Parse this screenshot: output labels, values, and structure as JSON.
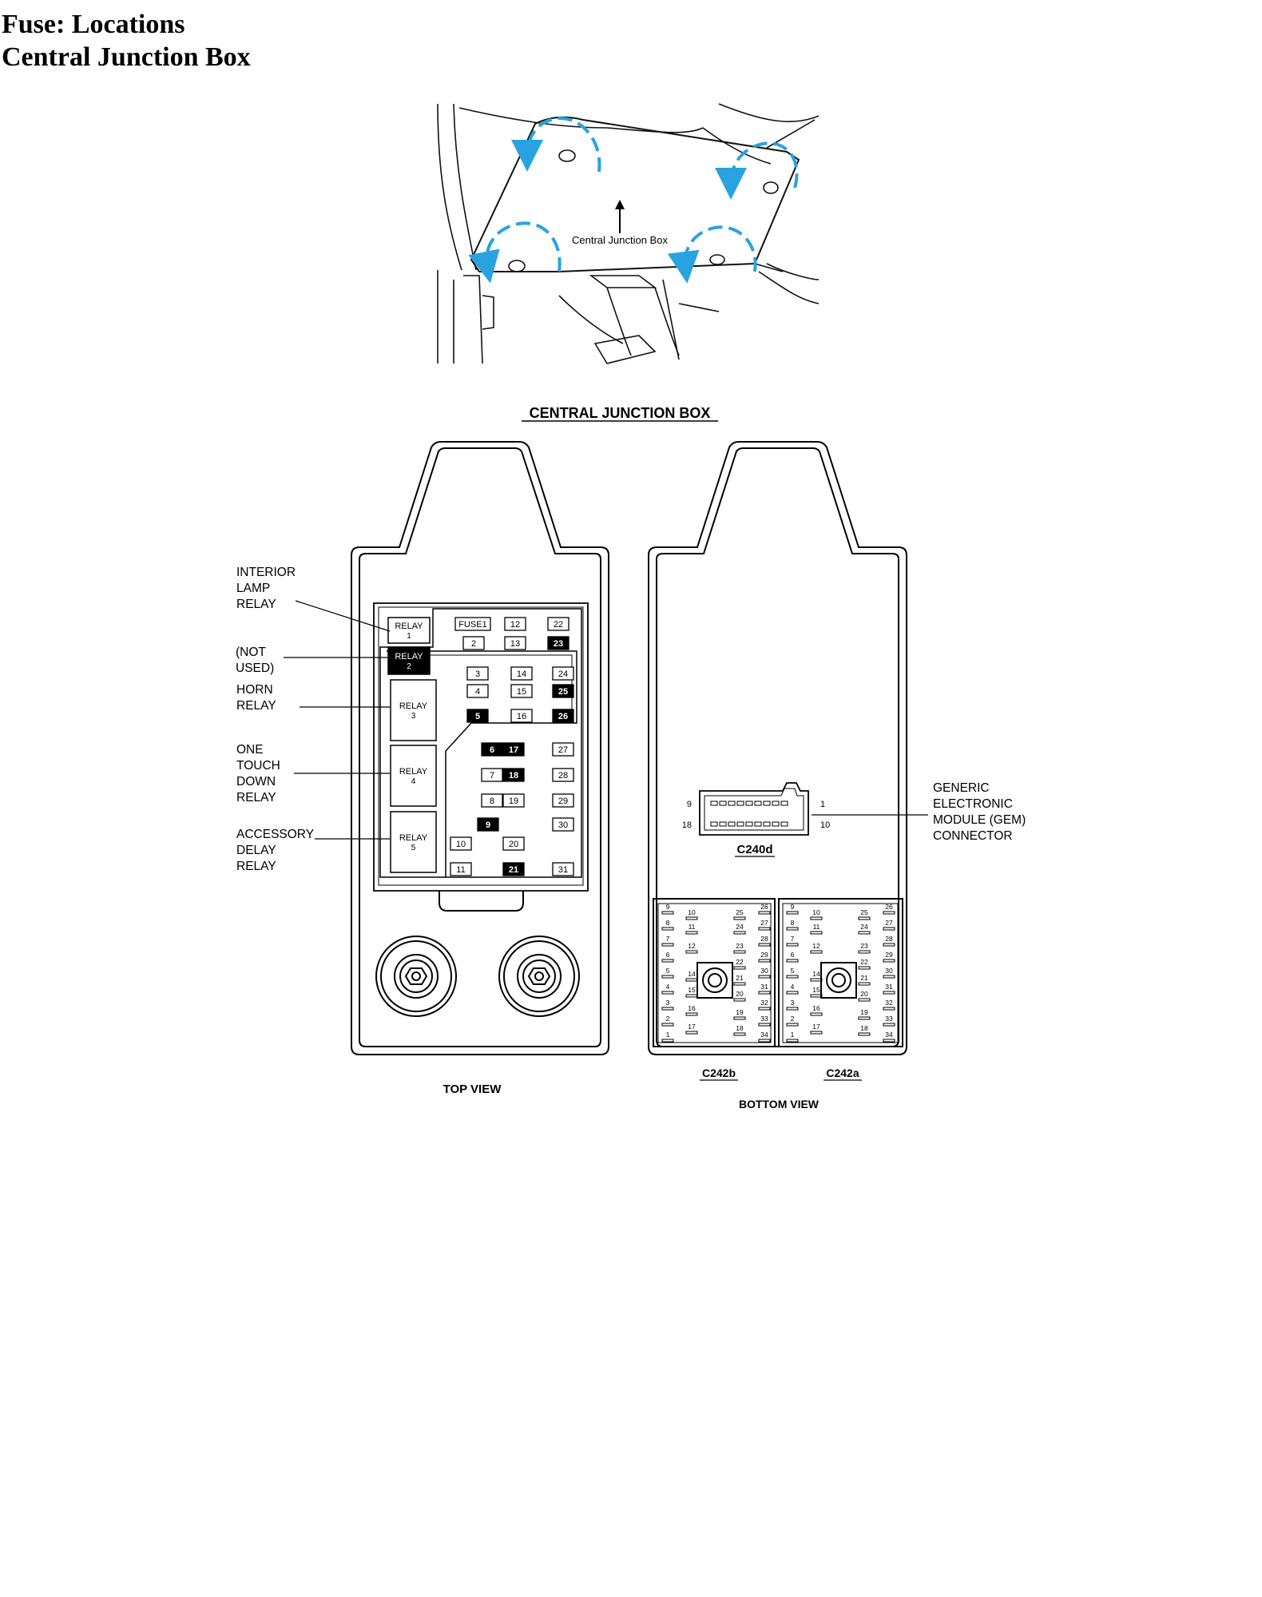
{
  "page": {
    "title_line1": "Fuse: Locations",
    "title_line2": "Central Junction Box"
  },
  "location_view": {
    "pointer_label": "Central Junction Box",
    "arrow_color": "#29a3e0"
  },
  "diagram": {
    "title": "CENTRAL JUNCTION BOX",
    "top_view_label": "TOP VIEW",
    "bottom_view_label": "BOTTOM VIEW",
    "callouts": {
      "interior_lamp_relay": [
        "INTERIOR",
        "LAMP",
        "RELAY"
      ],
      "not_used": [
        "(NOT",
        "USED)"
      ],
      "horn_relay": [
        "HORN",
        "RELAY"
      ],
      "one_touch_down_relay": [
        "ONE",
        "TOUCH",
        "DOWN",
        "RELAY"
      ],
      "accessory_delay_relay": [
        "ACCESSORY",
        "DELAY",
        "RELAY"
      ],
      "gem_connector": [
        "GENERIC",
        "ELECTRONIC",
        "MODULE (GEM)",
        "CONNECTOR"
      ]
    },
    "relays": [
      {
        "line1": "RELAY",
        "line2": "1",
        "filled": false
      },
      {
        "line1": "RELAY",
        "line2": "2",
        "filled": true
      },
      {
        "line1": "RELAY",
        "line2": "3",
        "filled": false
      },
      {
        "line1": "RELAY",
        "line2": "4",
        "filled": false
      },
      {
        "line1": "RELAY",
        "line2": "5",
        "filled": false
      }
    ],
    "fuses": [
      {
        "label": "FUSE1",
        "filled": false
      },
      {
        "label": "12",
        "filled": false
      },
      {
        "label": "22",
        "filled": false
      },
      {
        "label": "2",
        "filled": false
      },
      {
        "label": "13",
        "filled": false
      },
      {
        "label": "23",
        "filled": true
      },
      {
        "label": "3",
        "filled": false
      },
      {
        "label": "14",
        "filled": false
      },
      {
        "label": "24",
        "filled": false
      },
      {
        "label": "4",
        "filled": false
      },
      {
        "label": "15",
        "filled": false
      },
      {
        "label": "25",
        "filled": true
      },
      {
        "label": "5",
        "filled": true
      },
      {
        "label": "16",
        "filled": false
      },
      {
        "label": "26",
        "filled": true
      },
      {
        "label": "6",
        "filled": true
      },
      {
        "label": "17",
        "filled": true
      },
      {
        "label": "27",
        "filled": false
      },
      {
        "label": "7",
        "filled": false
      },
      {
        "label": "18",
        "filled": true
      },
      {
        "label": "28",
        "filled": false
      },
      {
        "label": "8",
        "filled": false
      },
      {
        "label": "19",
        "filled": false
      },
      {
        "label": "29",
        "filled": false
      },
      {
        "label": "9",
        "filled": true
      },
      {
        "label": "30",
        "filled": false
      },
      {
        "label": "10",
        "filled": false
      },
      {
        "label": "20",
        "filled": false
      },
      {
        "label": "11",
        "filled": false
      },
      {
        "label": "21",
        "filled": true
      },
      {
        "label": "31",
        "filled": false
      }
    ],
    "gem_connector": {
      "name": "C240d",
      "pin_top_left": "9",
      "pin_top_right": "1",
      "pin_bottom_left": "18",
      "pin_bottom_right": "10"
    },
    "connectors": [
      {
        "name": "C242b"
      },
      {
        "name": "C242a"
      }
    ],
    "connector_pins": {
      "col1": [
        "9",
        "8",
        "7",
        "6",
        "5",
        "4",
        "3",
        "2",
        "1"
      ],
      "col2": [
        "10",
        "11",
        "12",
        "14",
        "15",
        "16",
        "17"
      ],
      "col3": [
        "25",
        "24",
        "23",
        "22",
        "21",
        "20",
        "19",
        "18"
      ],
      "col4": [
        "26",
        "27",
        "28",
        "29",
        "30",
        "31",
        "32",
        "33",
        "34"
      ]
    }
  }
}
